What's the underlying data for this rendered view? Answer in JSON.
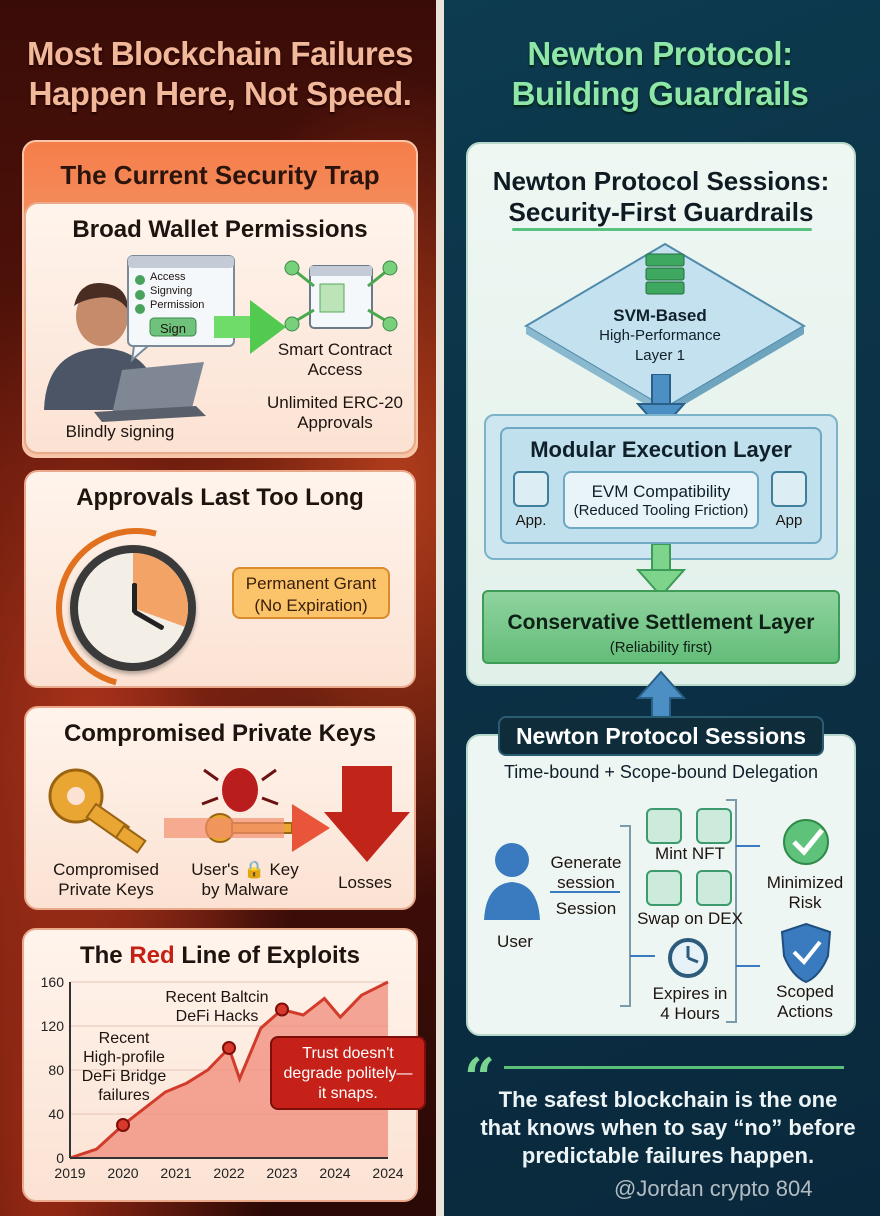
{
  "left": {
    "title_line1": "Most Blockchain Failures",
    "title_line2": "Happen Here, Not Speed.",
    "trap_title": "The Current Security Trap",
    "card1": {
      "title": "Broad Wallet Permissions",
      "popup_items": [
        "Access",
        "Signving",
        "Permission"
      ],
      "popup_button": "Sign",
      "smart_contract_line1": "Smart Contract",
      "smart_contract_line2": "Access",
      "unlimited_line1": "Unlimited ERC-20",
      "unlimited_line2": "Approvals",
      "caption": "Blindly signing"
    },
    "card2": {
      "title": "Approvals Last Too Long",
      "tag_line1": "Permanent Grant",
      "tag_line2": "(No Expiration)"
    },
    "card3": {
      "title": "Compromised Private Keys",
      "label1_line1": "Compromised",
      "label1_line2": "Private Keys",
      "label2_line1": "User's 🔒 Key",
      "label2_line2": "by Malware",
      "label3": "Losses"
    },
    "card4": {
      "title_pre": "The ",
      "title_red": "Red",
      "title_post": " Line of Exploits",
      "callout_line1": "Trust doesn't",
      "callout_line2": "degrade politely—",
      "callout_line3": "it snaps."
    }
  },
  "right": {
    "title_line1": "Newton Protocol:",
    "title_line2": "Building Guardrails",
    "subtitle_line1": "Newton Protocol Sessions:",
    "subtitle_line2": "Security-First Guardrails",
    "svm_line1": "SVM-Based",
    "svm_line2": "High-Performance",
    "svm_line3": "Layer 1",
    "modular_title": "Modular Execution Layer",
    "evm_line1": "EVM Compatibility",
    "evm_line2": "(Reduced Tooling Friction)",
    "app_left": "App.",
    "app_right": "App",
    "settle_title": "Conservative Settlement Layer",
    "settle_sub": "(Reliability first)",
    "sessions_tab": "Newton Protocol Sessions",
    "sessions_sub": "Time-bound + Scope-bound Delegation",
    "user": "User",
    "generate_line1": "Generate",
    "generate_line2": "session",
    "session": "Session",
    "mint": "Mint NFT",
    "swap": "Swap on DEX",
    "expires_line1": "Expires in",
    "expires_line2": "4 Hours",
    "minimized_line1": "Minimized",
    "minimized_line2": "Risk",
    "scoped_line1": "Scoped",
    "scoped_line2": "Actions",
    "quote_line1": "The safest blockchain is the one",
    "quote_line2": "that knows when to say “no” before",
    "quote_line3": "predictable failures happen.",
    "watermark": "@Jordan crypto 804"
  },
  "chart_data": {
    "type": "area",
    "title": "The Red Line of Exploits",
    "x": [
      "2019",
      "2020",
      "2021",
      "2022",
      "2023",
      "2024",
      "2024"
    ],
    "y_ticks": [
      0,
      40,
      80,
      120,
      160
    ],
    "ylim": [
      0,
      160
    ],
    "points": [
      {
        "x": 2019.0,
        "y": 0
      },
      {
        "x": 2019.5,
        "y": 8
      },
      {
        "x": 2020.0,
        "y": 30
      },
      {
        "x": 2020.4,
        "y": 45
      },
      {
        "x": 2020.8,
        "y": 60
      },
      {
        "x": 2021.2,
        "y": 68
      },
      {
        "x": 2021.6,
        "y": 80
      },
      {
        "x": 2022.0,
        "y": 100
      },
      {
        "x": 2022.2,
        "y": 72
      },
      {
        "x": 2022.6,
        "y": 118
      },
      {
        "x": 2023.0,
        "y": 135
      },
      {
        "x": 2023.4,
        "y": 130
      },
      {
        "x": 2023.8,
        "y": 145
      },
      {
        "x": 2024.1,
        "y": 128
      },
      {
        "x": 2024.5,
        "y": 148
      },
      {
        "x": 2025.0,
        "y": 160
      }
    ],
    "annotations": [
      {
        "text_line1": "Recent",
        "text_line2": "High-profile",
        "text_line3": "DeFi Bridge",
        "text_line4": "failures"
      },
      {
        "text_line1": "Recent Baltcin",
        "text_line2": "DeFi Hacks"
      }
    ],
    "color": "#d23a2a"
  }
}
